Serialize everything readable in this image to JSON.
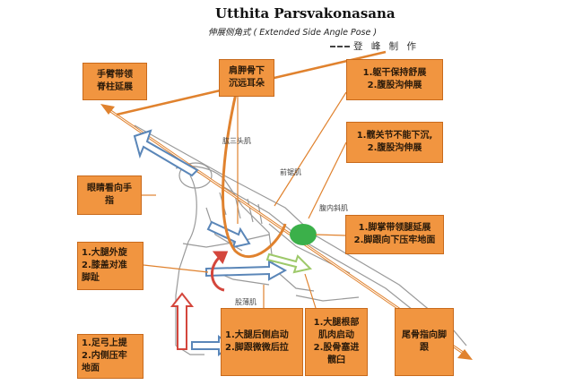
{
  "header": {
    "title": "Utthita Parsvakonasana",
    "subtitle": "伸展侧角式 ( Extended Side Angle Pose )",
    "credit": "登 峰 制 作"
  },
  "callouts": {
    "arm_spine": "手臂带领\n脊柱延展",
    "scapula": "肩胛骨下\n沉远耳朵",
    "torso_abdomen": "1.躯干保持舒展\n2.腹股沟伸展",
    "hip_groin": "1.髋关节不能下沉,\n2.腹股沟伸展",
    "eyes": "眼睛看向手\n指",
    "palm_heel": "1.脚掌带领腿延展\n2.脚跟向下压牢地面",
    "thigh_knee": "1.大腿外旋\n2.膝盖对准\n脚趾",
    "arch_ankle": "1.足弓上提\n2.内侧压牢\n地面",
    "hamstring": "1.大腿后侧启动\n2.脚跟微微后拉",
    "root_muscle": "1.大腿根部\n肌肉启动\n2.股骨塞进\n髋臼",
    "tailbone": "尾骨指向脚\n跟"
  },
  "muscle_labels": {
    "triceps": "肱三头肌",
    "serratus": "前锯肌",
    "oblique": "腹内斜肌",
    "adductor": "股薄肌"
  },
  "colors": {
    "box_fill": "#f19540",
    "guide_line": "#e0822e",
    "blue_arrow": "#5a86b8",
    "red_arrow": "#d4463c",
    "green_arrow": "#9ec96a",
    "oblique_marker": "#3bb04a"
  }
}
